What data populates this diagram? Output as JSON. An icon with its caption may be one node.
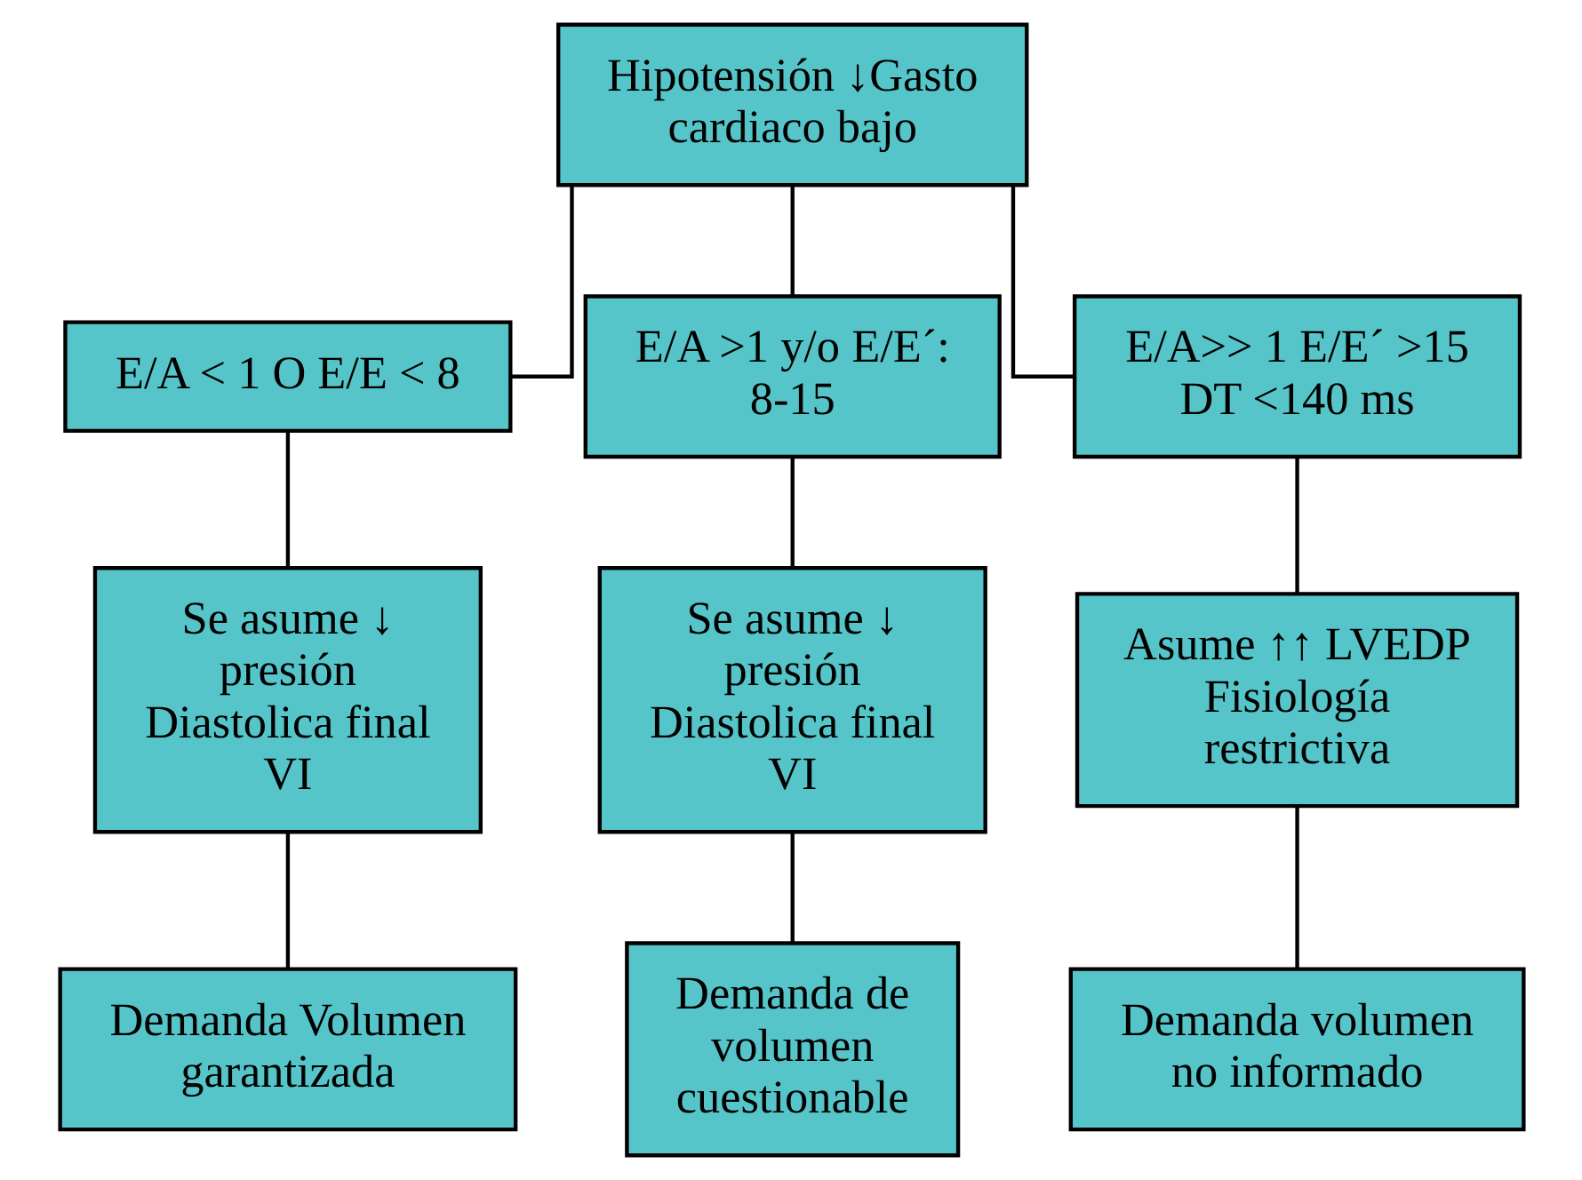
{
  "diagram": {
    "nodes": [
      {
        "text": [
          "Hipotensión ↓Gasto cardiaco bajo"
        ]
      },
      {
        "text": [
          "E/A < 1 O E/E < 8"
        ]
      },
      {
        "text": [
          "E/A >1 y/o E/E´: 8-15"
        ]
      },
      {
        "text": [
          "E/A>> 1 E/E´ >15 DT <140 ms"
        ]
      },
      {
        "text": [
          "Se asume ↓ presión Diastolica final VI"
        ]
      },
      {
        "text": [
          "Se asume ↓ presión Diastolica final VI"
        ]
      },
      {
        "text": [
          "Asume ↑↑ LVEDP Fisiología restrictiva"
        ]
      },
      {
        "text": [
          "Demanda Volumen garantizada"
        ]
      },
      {
        "text": [
          "Demanda de volumen cuestionable"
        ]
      },
      {
        "text": [
          "Demanda volumen no informado"
        ]
      }
    ],
    "edges": [
      {
        "from": 0,
        "to": 1,
        "arrow": "none"
      },
      {
        "from": 0,
        "to": 2,
        "arrow": "none"
      },
      {
        "from": 0,
        "to": 3,
        "arrow": "none"
      },
      {
        "from": 1,
        "to": 4,
        "arrow": "none"
      },
      {
        "from": 2,
        "to": 5,
        "arrow": "none"
      },
      {
        "from": 3,
        "to": 6,
        "arrow": "none"
      },
      {
        "from": 4,
        "to": 7,
        "arrow": "none"
      },
      {
        "from": 5,
        "to": 8,
        "arrow": "none"
      },
      {
        "from": 6,
        "to": 9,
        "arrow": "none"
      }
    ]
  }
}
